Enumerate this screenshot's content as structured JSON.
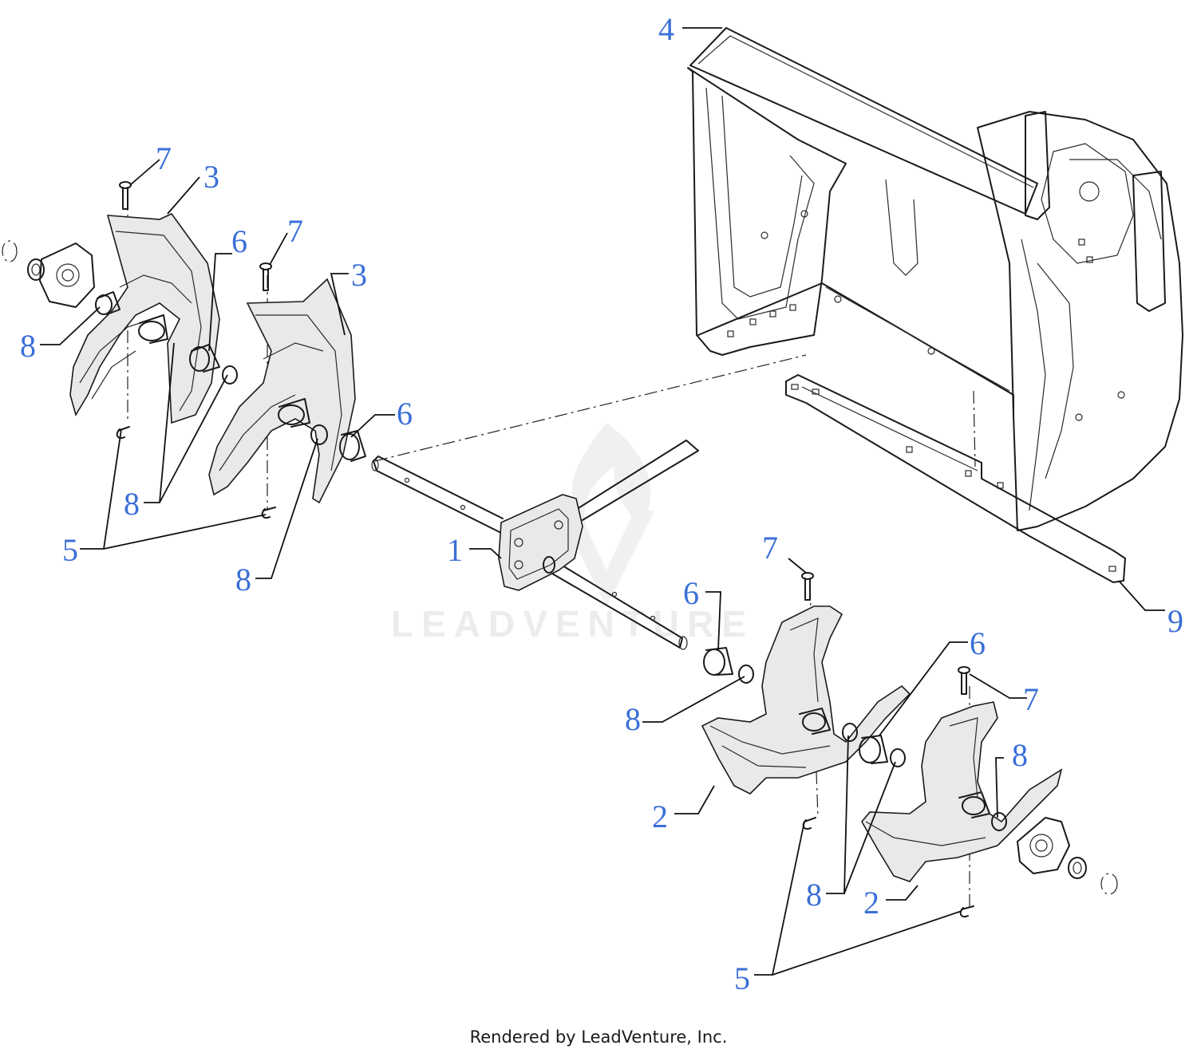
{
  "diagram": {
    "callouts": [
      {
        "id": "c1",
        "label": "1"
      },
      {
        "id": "c2a",
        "label": "2"
      },
      {
        "id": "c2b",
        "label": "2"
      },
      {
        "id": "c3a",
        "label": "3"
      },
      {
        "id": "c3b",
        "label": "3"
      },
      {
        "id": "c4",
        "label": "4"
      },
      {
        "id": "c5a",
        "label": "5"
      },
      {
        "id": "c5b",
        "label": "5"
      },
      {
        "id": "c6a",
        "label": "6"
      },
      {
        "id": "c6b",
        "label": "6"
      },
      {
        "id": "c6c",
        "label": "6"
      },
      {
        "id": "c6d",
        "label": "6"
      },
      {
        "id": "c7a",
        "label": "7"
      },
      {
        "id": "c7b",
        "label": "7"
      },
      {
        "id": "c7c",
        "label": "7"
      },
      {
        "id": "c7d",
        "label": "7"
      },
      {
        "id": "c8a",
        "label": "8"
      },
      {
        "id": "c8b",
        "label": "8"
      },
      {
        "id": "c8c",
        "label": "8"
      },
      {
        "id": "c8d",
        "label": "8"
      },
      {
        "id": "c8e",
        "label": "8"
      },
      {
        "id": "c8f",
        "label": "8"
      },
      {
        "id": "c9",
        "label": "9"
      }
    ],
    "callout_color": "#3a6fd8",
    "watermark": "LEADVENTURE"
  },
  "footer": {
    "credit": "Rendered by LeadVenture, Inc."
  }
}
